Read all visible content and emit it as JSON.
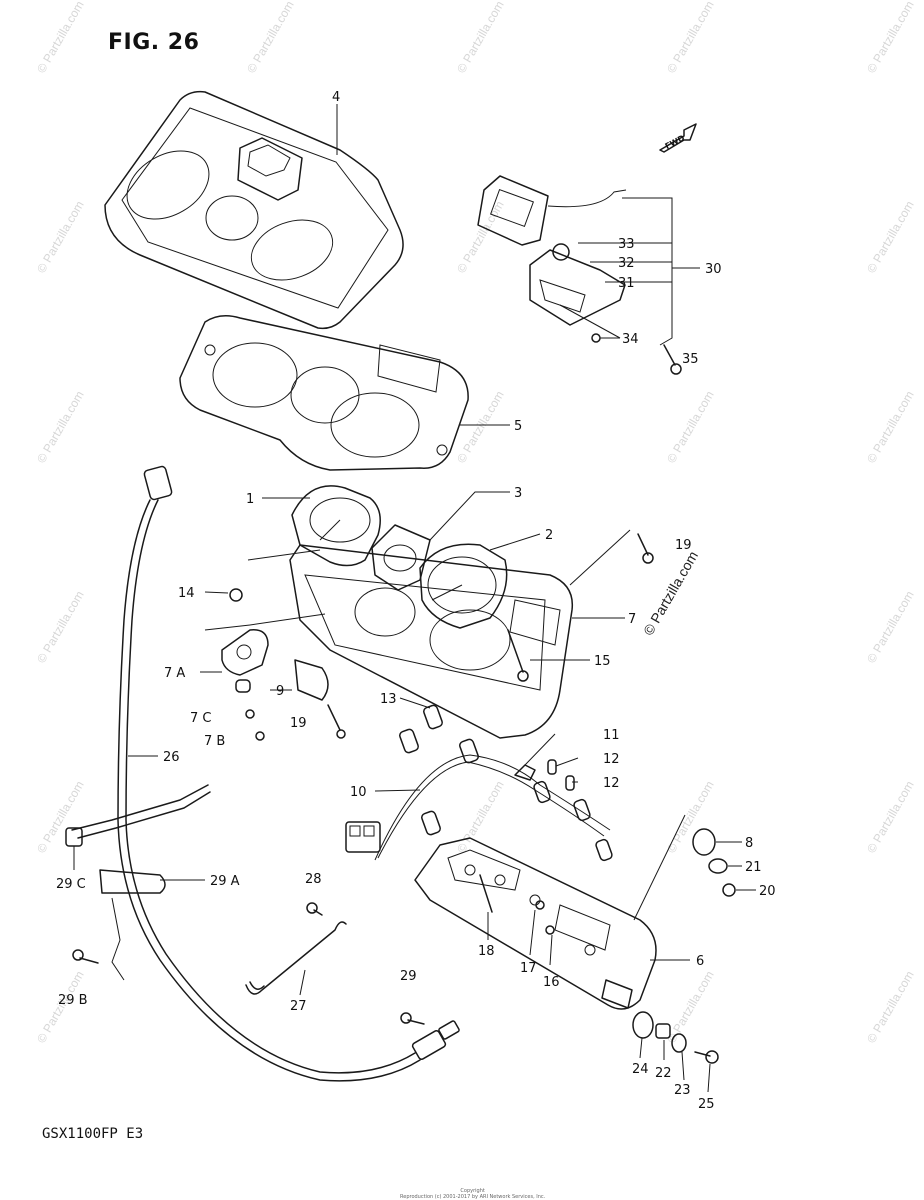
{
  "figure": {
    "title": "FIG. 26",
    "model_code": "GSX1100FP E3",
    "copyright_line_1": "Copyright",
    "copyright_line_2": "Reproduction (c) 2001-2017 by ARI Network Services, Inc.",
    "watermark_text": "© Partzilla.com",
    "fwd_label": "FWD"
  },
  "callouts": [
    "4",
    "30",
    "33",
    "32",
    "31",
    "34",
    "35",
    "5",
    "1",
    "3",
    "2",
    "19",
    "14",
    "7",
    "7 A",
    "9",
    "15",
    "7 C",
    "19",
    "7 B",
    "13",
    "11",
    "12",
    "12",
    "10",
    "26",
    "8",
    "21",
    "20",
    "29 C",
    "29 A",
    "28",
    "18",
    "17",
    "16",
    "6",
    "29 B",
    "27",
    "29",
    "24",
    "22",
    "23",
    "25"
  ]
}
